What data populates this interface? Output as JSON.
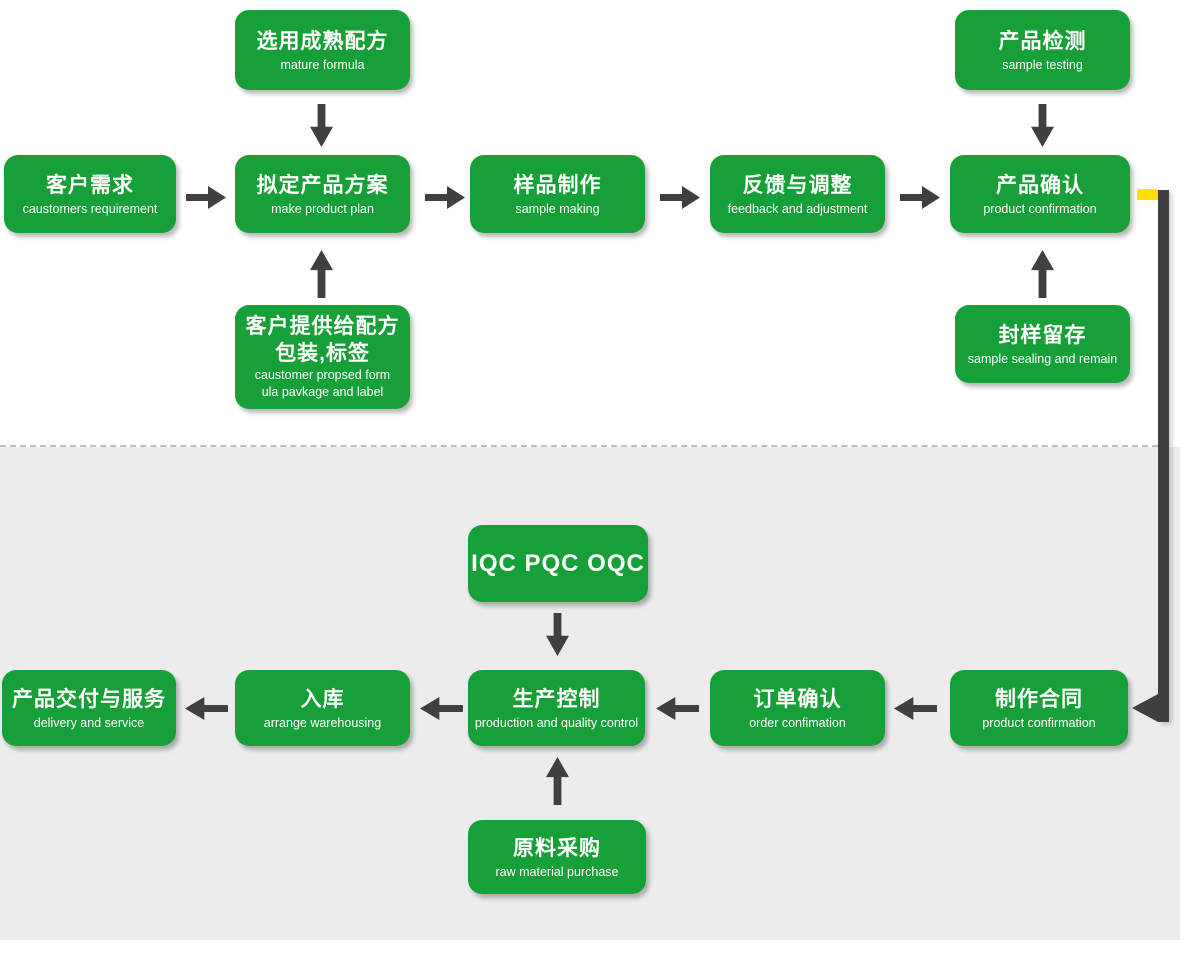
{
  "palette": {
    "node_green": "#18a038",
    "arrow_dark": "#404040",
    "accent_yellow": "#ffe000",
    "bottom_section_bg": "#ececec",
    "node_text": "#ffffff"
  },
  "nodes": {
    "mature_formula": {
      "zh": "选用成熟配方",
      "en": "mature formula"
    },
    "product_testing": {
      "zh": "产品检测",
      "en": "sample testing"
    },
    "customer_requirement": {
      "zh": "客户需求",
      "en": "caustomers requirement"
    },
    "product_plan": {
      "zh": "拟定产品方案",
      "en": "make product plan"
    },
    "sample_making": {
      "zh": "样品制作",
      "en": "sample making"
    },
    "feedback_adjustment": {
      "zh": "反馈与调整",
      "en": "feedback and adjustment"
    },
    "product_confirmation": {
      "zh": "产品确认",
      "en": "product confirmation"
    },
    "customer_formula": {
      "zh_line1": "客户提供给配方",
      "zh_line2": "包装,标签",
      "en_line1": "caustomer propsed form",
      "en_line2": "ula pavkage and label"
    },
    "sample_sealing": {
      "zh": "封样留存",
      "en": "sample sealing and remain"
    },
    "iqc": {
      "label": "IQC PQC OQC"
    },
    "contract": {
      "zh": "制作合同",
      "en": "product confirmation"
    },
    "order_confirmation": {
      "zh": "订单确认",
      "en": "order confimation"
    },
    "production_control": {
      "zh": "生产控制",
      "en": "production and quality control"
    },
    "warehousing": {
      "zh": "入库",
      "en": "arrange warehousing"
    },
    "delivery": {
      "zh": "产品交付与服务",
      "en": "delivery and service"
    },
    "raw_material": {
      "zh": "原料采购",
      "en": "raw material purchase"
    }
  }
}
